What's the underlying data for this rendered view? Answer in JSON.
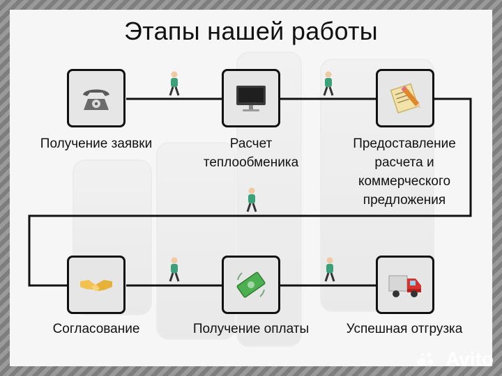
{
  "title": "Этапы нашей работы",
  "steps": [
    {
      "label": "Получение заявки",
      "icon": "telephone-icon"
    },
    {
      "label": "Расчет\nтеплообменика",
      "icon": "monitor-icon"
    },
    {
      "label": "Предоставление\nрасчета и\nкоммерческого\nпредложения",
      "icon": "document-pen-icon"
    },
    {
      "label": "Согласование",
      "icon": "handshake-icon"
    },
    {
      "label": "Получение оплаты",
      "icon": "money-icon"
    },
    {
      "label": "Успешная отгрузка",
      "icon": "truck-icon"
    }
  ],
  "watermark": "Avito",
  "colors": {
    "line": "#111111",
    "box": "#e6e6e6",
    "walker_shirt": "#3aa17a"
  }
}
